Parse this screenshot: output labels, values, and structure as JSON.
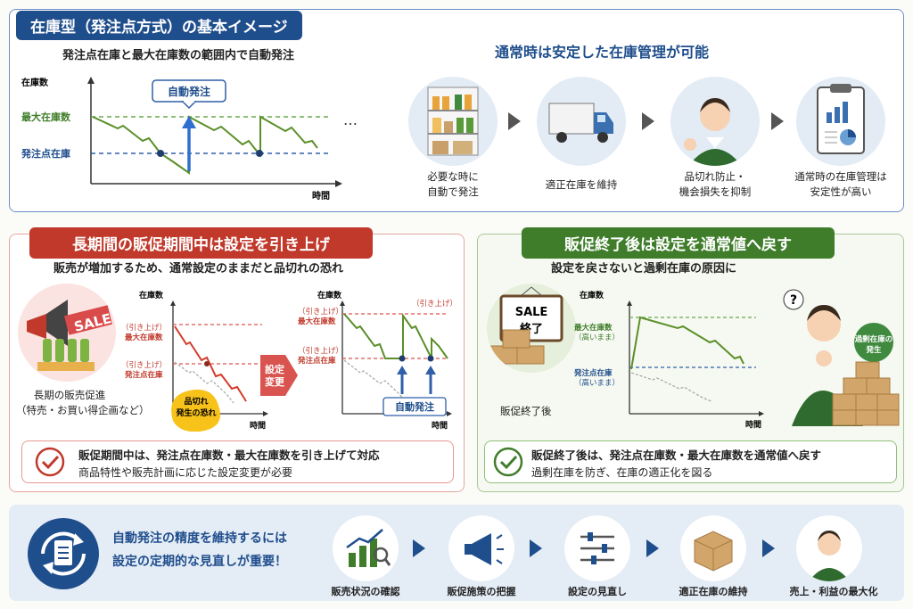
{
  "top": {
    "header": "在庫型（発注点方式）の基本イメージ",
    "chart_subtitle": "発注点在庫と最大在庫数の範囲内で自動発注",
    "ylabel": "在庫数",
    "xlabel": "時間",
    "max_label": "最大在庫数",
    "reorder_label": "発注点在庫",
    "callout": "自動発注",
    "ellipsis": "…",
    "flow_title": "通常時は安定した在庫管理が可能",
    "flow": [
      {
        "line1": "必要な時に",
        "line2": "自動で発注"
      },
      {
        "line1": "適正在庫を維持",
        "line2": ""
      },
      {
        "line1": "品切れ防止・",
        "line2": "機会損失を抑制"
      },
      {
        "line1": "通常時の在庫管理は",
        "line2": "安定性が高い"
      }
    ]
  },
  "left": {
    "header": "長期間の販促期間中は設定を引き上げ",
    "subtitle": "販売が増加するため、通常設定のままだと品切れの恐れ",
    "sale_tag": "SALE",
    "promo_line1": "長期の販売促進",
    "promo_line2": "（特売・お買い得企画など）",
    "chart1": {
      "ylabel": "在庫数",
      "xlabel": "時間",
      "max_label_1": "（引き上げ）",
      "max_label_2": "最大在庫数",
      "reorder_label_1": "（引き上げ）",
      "reorder_label_2": "発注点在庫",
      "bubble_1": "品切れ",
      "bubble_2": "発生の恐れ"
    },
    "change_arrow_1": "設定",
    "change_arrow_2": "変更",
    "chart2": {
      "ylabel": "在庫数",
      "xlabel": "時間",
      "top_note": "（引き上げ）",
      "max_label_1": "（引き上げ）",
      "max_label_2": "最大在庫数",
      "reorder_label_1": "（引き上げ）",
      "reorder_label_2": "発注点在庫",
      "callout": "自動発注"
    },
    "note_line1": "販促期間中は、発注点在庫数・最大在庫数を引き上げて対応",
    "note_line2": "商品特性や販売計画に応じた設定変更が必要"
  },
  "right": {
    "header": "販促終了後は設定を通常値へ戻す",
    "subtitle": "設定を戻さないと過剰在庫の原因に",
    "sign_1": "SALE",
    "sign_2": "終了",
    "end_label": "販促終了後",
    "chart": {
      "ylabel": "在庫数",
      "xlabel": "時間",
      "max_label_1": "最大在庫数",
      "max_label_2": "（高いまま）",
      "reorder_label_1": "発注点在庫",
      "reorder_label_2": "（高いまま）"
    },
    "excess_1": "過剰在庫の",
    "excess_2": "発生",
    "note_line1": "販促終了後は、発注点在庫数・最大在庫数を通常値へ戻す",
    "note_line2": "過剰在庫を防ぎ、在庫の適正化を図る"
  },
  "bottom": {
    "msg_line1": "自動発注の精度を維持するには",
    "msg_line2": "設定の定期的な見直しが重要！",
    "steps": [
      "販売状況の確認",
      "販促施策の把握",
      "設定の見直し",
      "適正在庫の維持",
      "売上・利益の最大化"
    ]
  },
  "colors": {
    "navy": "#1f4e8c",
    "red": "#c0392b",
    "green": "#3f7d2a",
    "line_green": "#5a8f29",
    "dash_green": "#6aa84f",
    "dash_blue": "#2f5fa8",
    "dash_red": "#d9534f"
  }
}
